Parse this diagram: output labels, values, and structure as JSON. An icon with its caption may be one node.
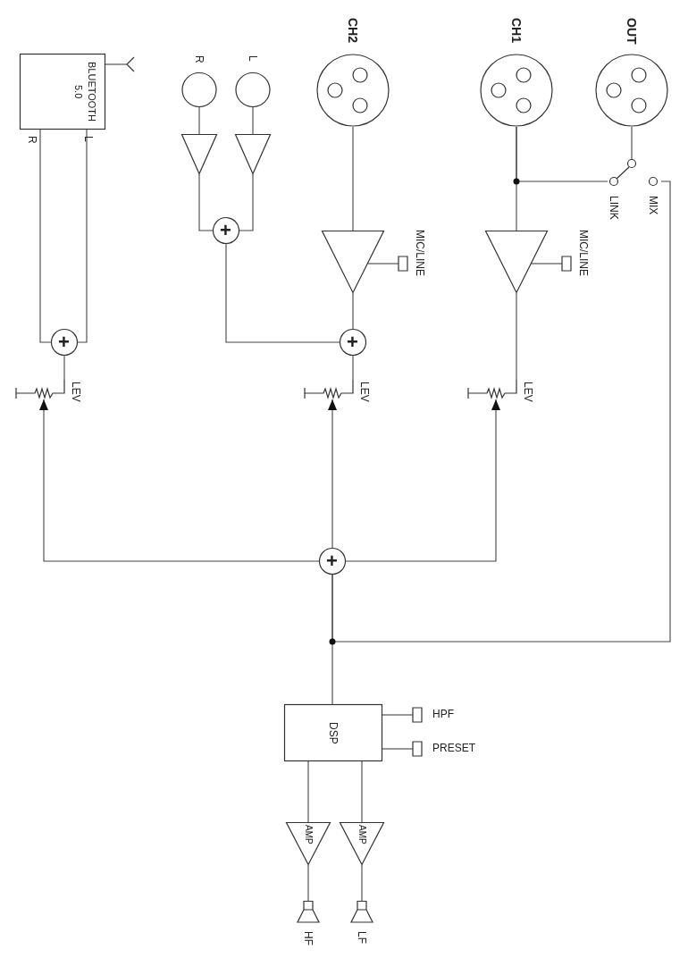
{
  "diagram": {
    "nodes": [
      {
        "text": [
          "OUT"
        ]
      },
      {
        "text": [
          "CH1"
        ]
      },
      {
        "text": [
          "CH2"
        ]
      },
      {
        "text": [
          "L"
        ]
      },
      {
        "text": [
          "R"
        ]
      },
      {
        "text": [
          "BLUETOOTH 5.0"
        ]
      },
      {
        "text": [],
        "shape": "triangle"
      },
      {
        "text": [],
        "shape": "triangle"
      },
      {
        "text": [
          "+"
        ]
      },
      {
        "text": [],
        "shape": "triangle"
      },
      {
        "text": [],
        "shape": "triangle"
      },
      {
        "text": [
          "LINK",
          "MIX"
        ]
      },
      {
        "text": [
          "+"
        ]
      },
      {
        "text": [
          "+"
        ]
      },
      {
        "text": [
          "LEV"
        ]
      },
      {
        "text": [
          "LEV"
        ]
      },
      {
        "text": [
          "LEV"
        ]
      },
      {
        "text": [
          "+"
        ]
      },
      {
        "text": [
          "DSP"
        ]
      },
      {
        "text": [
          "HPF"
        ]
      },
      {
        "text": [
          "PRESET"
        ]
      },
      {
        "text": [
          "AMP"
        ]
      },
      {
        "text": [
          "AMP"
        ]
      },
      {
        "text": [
          "HF"
        ]
      },
      {
        "text": [
          "LF"
        ]
      },
      {
        "text": [
          "MIC/LINE"
        ]
      },
      {
        "text": [
          "MIC/LINE"
        ]
      }
    ],
    "edges": [
      {
        "from": 1,
        "to": 10,
        "arrow": "none"
      },
      {
        "from": 1,
        "to": 11,
        "arrow": "none"
      },
      {
        "from": 11,
        "to": 0,
        "arrow": "none"
      },
      {
        "from": 2,
        "to": 9,
        "arrow": "none"
      },
      {
        "from": 3,
        "to": 6,
        "arrow": "none"
      },
      {
        "from": 4,
        "to": 7,
        "arrow": "none"
      },
      {
        "from": 6,
        "to": 8,
        "arrow": "none"
      },
      {
        "from": 7,
        "to": 8,
        "arrow": "none"
      },
      {
        "from": 8,
        "to": 13,
        "arrow": "none"
      },
      {
        "from": 9,
        "to": 13,
        "arrow": "none"
      },
      {
        "from": 25,
        "to": 9,
        "arrow": "none"
      },
      {
        "from": 26,
        "to": 10,
        "arrow": "none"
      },
      {
        "from": 5,
        "to": 12,
        "arrow": "none"
      },
      {
        "from": 5,
        "to": 12,
        "arrow": "none"
      },
      {
        "from": 12,
        "to": 14,
        "arrow": "none"
      },
      {
        "from": 13,
        "to": 15,
        "arrow": "none"
      },
      {
        "from": 10,
        "to": 16,
        "arrow": "none"
      },
      {
        "from": 17,
        "to": 14,
        "arrow": "to"
      },
      {
        "from": 17,
        "to": 15,
        "arrow": "to"
      },
      {
        "from": 17,
        "to": 16,
        "arrow": "to"
      },
      {
        "from": 17,
        "to": 18,
        "arrow": "none"
      },
      {
        "from": 17,
        "to": 11,
        "arrow": "none"
      },
      {
        "from": 19,
        "to": 18,
        "arrow": "none"
      },
      {
        "from": 20,
        "to": 18,
        "arrow": "none"
      },
      {
        "from": 18,
        "to": 21,
        "arrow": "none"
      },
      {
        "from": 18,
        "to": 22,
        "arrow": "none"
      },
      {
        "from": 21,
        "to": 23,
        "arrow": "none"
      },
      {
        "from": 22,
        "to": 24,
        "arrow": "none"
      }
    ],
    "labels": [
      "R",
      "L"
    ]
  }
}
